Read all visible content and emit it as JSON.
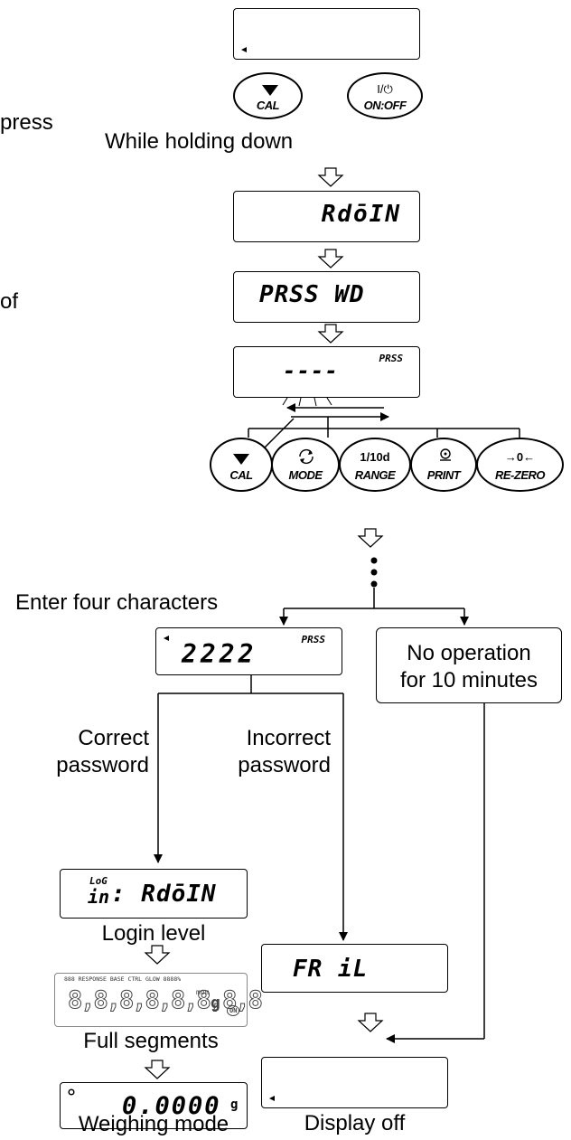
{
  "labels": {
    "press": "press",
    "of": "of",
    "while_holding": "While holding down",
    "enter_four": "Enter four characters",
    "no_operation_line1": "No operation",
    "no_operation_line2": "for 10 minutes",
    "correct_line1": "Correct",
    "correct_line2": "password",
    "incorrect_line1": "Incorrect",
    "incorrect_line2": "password",
    "login_level": "Login level",
    "full_segments": "Full segments",
    "weighing_mode": "Weighing mode",
    "display_off": "Display off"
  },
  "displays": {
    "admin": "RdōIN",
    "pass_wd": "PRSS  WD",
    "pass_indicator": "PRSS",
    "dashes": "----",
    "entered": "2222",
    "login_prefix_top": "LoG",
    "login_prefix_bottom": "in",
    "login_value": ": RdōIN",
    "fail": "FR iL",
    "weighing_value": "0.0000",
    "weighing_unit": "g",
    "full_seg_digits": "8,8,8,8,8,8,8,8",
    "full_seg_top": "888   RESPONSE  BASE  CTRL  GLOW   8888%",
    "full_seg_unit": "g",
    "full_seg_mom": "mom",
    "full_seg_on": "ON"
  },
  "keys_top": {
    "cal": "CAL",
    "onoff_top": "I/⏻",
    "onoff": "ON:OFF"
  },
  "keys_row": {
    "cal": "CAL",
    "mode": "MODE",
    "range_top": "1/10d",
    "range": "RANGE",
    "print": "PRINT",
    "rezero_top": "→0←",
    "rezero": "RE-ZERO"
  }
}
